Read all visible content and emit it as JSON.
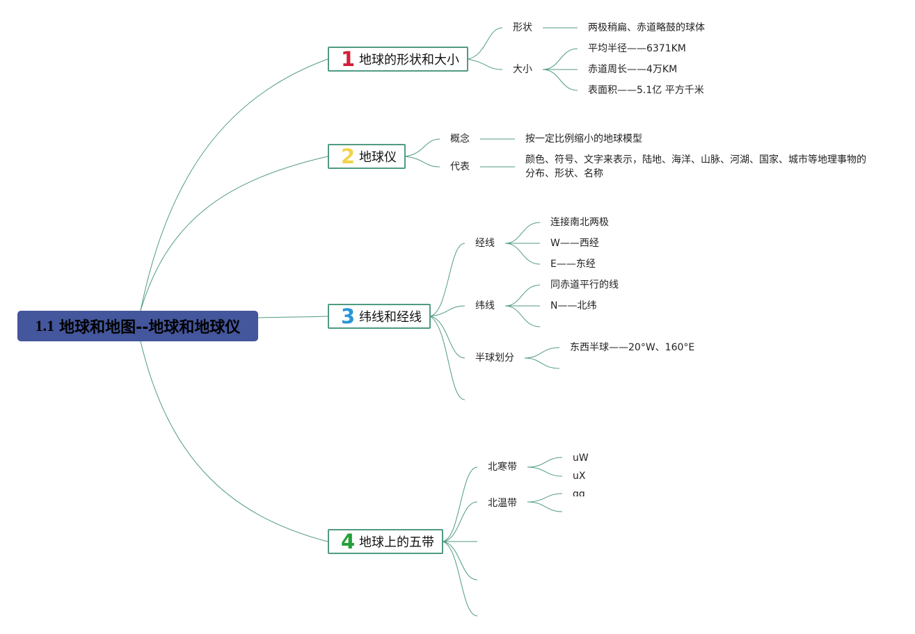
{
  "root": {
    "number": "1.1",
    "title": "地球和地图--地球和地球仪"
  },
  "colors": {
    "root_fill": "#44569c",
    "line": "#4f9a82",
    "badge1": "#d41f38",
    "badge2": "#f2d44c",
    "badge3": "#2997d6",
    "badge4": "#25a03a"
  },
  "topics": [
    {
      "badge": "1",
      "label": "地球的形状和大小",
      "subs": [
        {
          "label": "形状",
          "leaves": [
            "两极稍扁、赤道略鼓的球体"
          ]
        },
        {
          "label": "大小",
          "leaves": [
            "平均半径——6371KM",
            "赤道周长——4万KM",
            "表面积——5.1亿 平方千米"
          ]
        }
      ]
    },
    {
      "badge": "2",
      "label": "地球仪",
      "subs": [
        {
          "label": "概念",
          "leaves": [
            "按一定比例缩小的地球模型"
          ]
        },
        {
          "label": "代表",
          "leaves": [
            "颜色、符号、文字来表示，陆地、海洋、山脉、河湖、国家、城市等地理事物的",
            "分布、形状、名称"
          ]
        }
      ]
    },
    {
      "badge": "3",
      "label": "纬线和经线",
      "subs": [
        {
          "label": "经线",
          "leaves": [
            "连接南北两极",
            "W——西经",
            "E——东经"
          ]
        },
        {
          "label": "纬线",
          "leaves": [
            "同赤道平行的线",
            "N——北纬"
          ]
        },
        {
          "label": "半球划分",
          "leaves": [
            "东西半球——20°W、160°E"
          ]
        }
      ]
    },
    {
      "badge": "4",
      "label": "地球上的五带",
      "subs": [
        {
          "label": "北寒带",
          "leaves": [
            "uW",
            "uX"
          ]
        },
        {
          "label": "北温带",
          "leaves": [
            "gg"
          ]
        }
      ]
    }
  ]
}
